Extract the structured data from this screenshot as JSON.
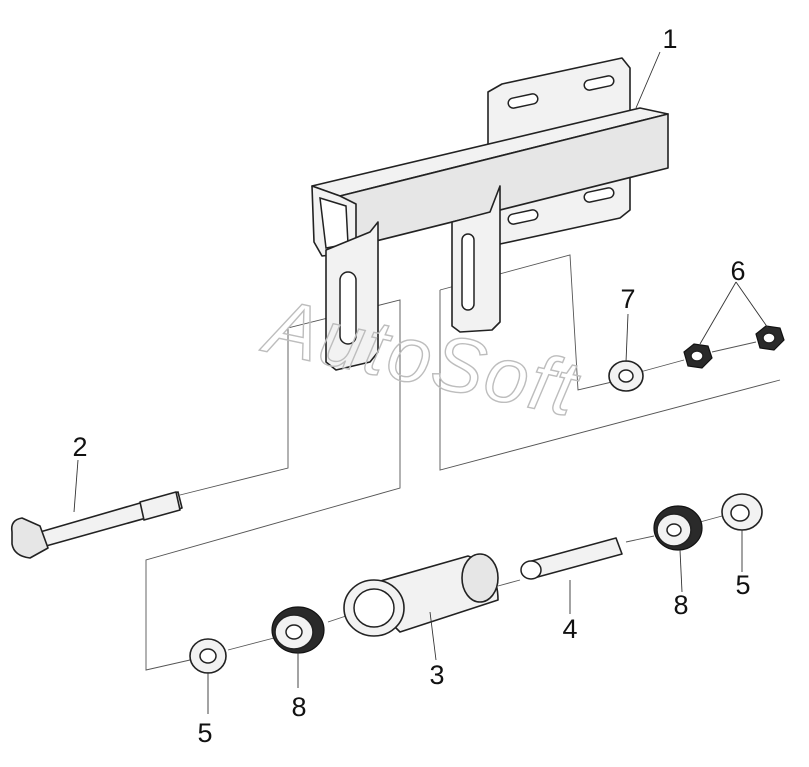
{
  "watermark": "AutoSoft",
  "callouts": [
    "1",
    "2",
    "3",
    "4",
    "5",
    "5",
    "6",
    "7",
    "8",
    "8"
  ]
}
